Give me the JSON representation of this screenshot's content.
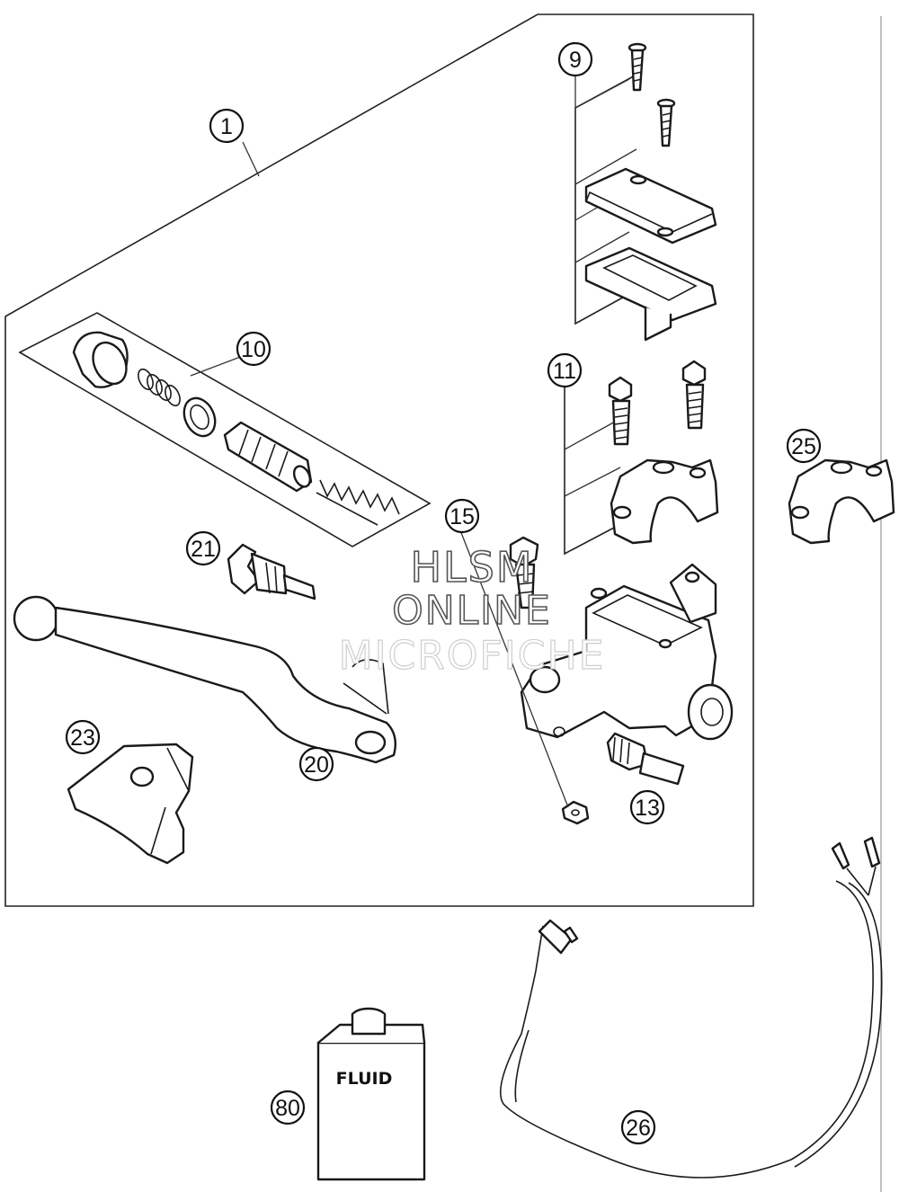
{
  "callouts": {
    "c1": "1",
    "c9": "9",
    "c10": "10",
    "c11": "11",
    "c13": "13",
    "c15": "15",
    "c20": "20",
    "c21": "21",
    "c23": "23",
    "c25": "25",
    "c26": "26",
    "c80": "80"
  },
  "bottle_label": "FLUID",
  "watermark": {
    "line1": "HLSM",
    "line2": "ONLINE",
    "line3": "MICROFICHE"
  }
}
